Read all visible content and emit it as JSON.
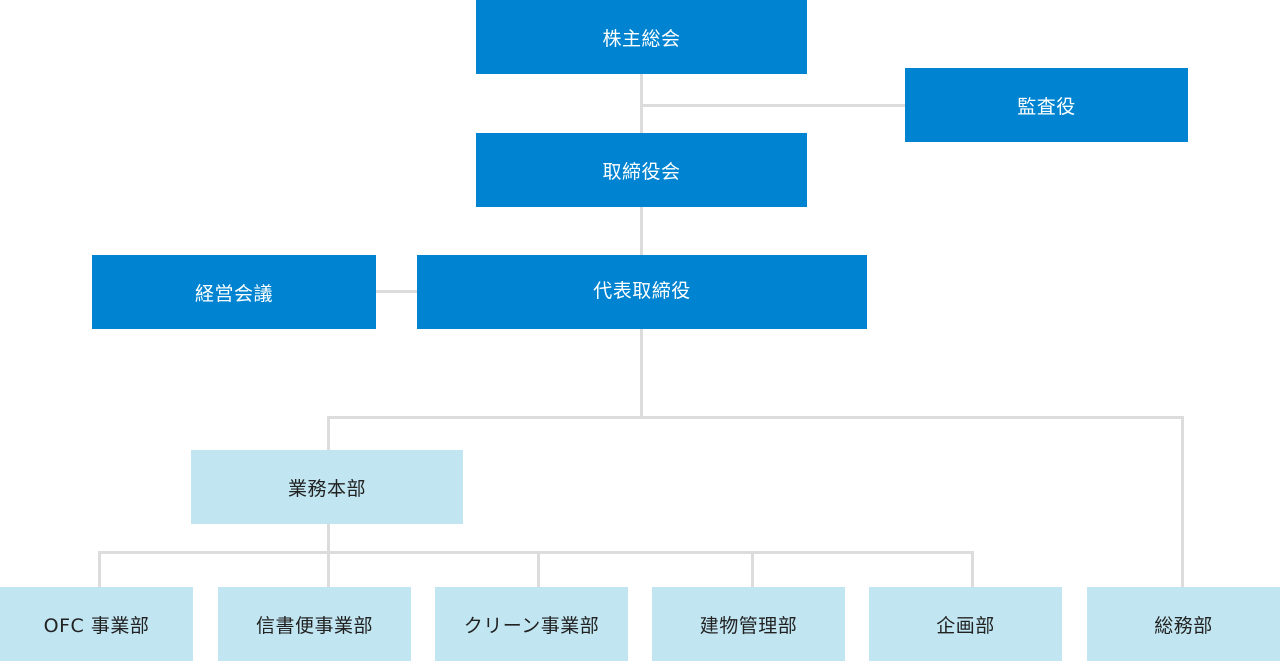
{
  "colors": {
    "primary_box": "#0084d1",
    "secondary_box": "#c1e6f2",
    "connector": "#dcdcdc"
  },
  "org_chart": {
    "shareholders_meeting": "株主総会",
    "auditor": "監査役",
    "board_of_directors": "取締役会",
    "representative_director": "代表取締役",
    "management_meeting": "経営会議",
    "business_headquarters": "業務本部",
    "departments": [
      "OFC 事業部",
      "信書便事業部",
      "クリーン事業部",
      "建物管理部",
      "企画部"
    ],
    "general_affairs": "総務部"
  }
}
